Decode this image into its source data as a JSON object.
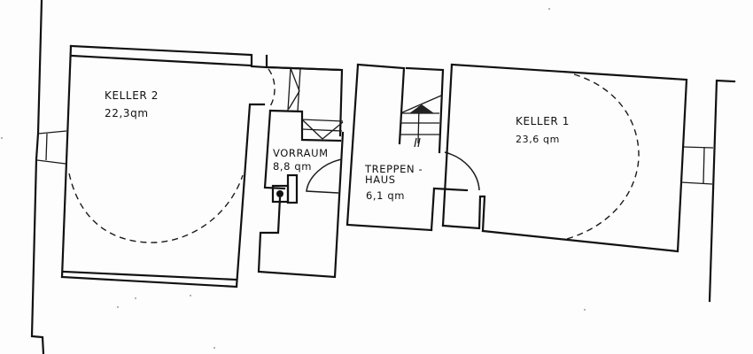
{
  "diagram": {
    "type": "floor-plan",
    "colors": {
      "line": "#111111",
      "paper": "#fdfdfd"
    },
    "rooms": [
      {
        "id": "keller-2",
        "name": "KELLER  2",
        "area": "22,3qm"
      },
      {
        "id": "vorraum",
        "name": "VORRAUM",
        "area": "8,8  qm"
      },
      {
        "id": "treppenhaus",
        "name_line1": "TREPPEN -",
        "name_line2": "HAUS",
        "area": "6,1  qm"
      },
      {
        "id": "keller-1",
        "name": "KELLER  1",
        "area": "23,6  qm"
      }
    ],
    "symbols": [
      "dashed-door-swing-keller-2",
      "dashed-door-swing-keller-1",
      "door-swing-vorraum",
      "door-swing-treppenhaus",
      "staircase-vorraum",
      "staircase-treppenhaus",
      "chimney-vorraum",
      "window-west",
      "window-east"
    ]
  }
}
